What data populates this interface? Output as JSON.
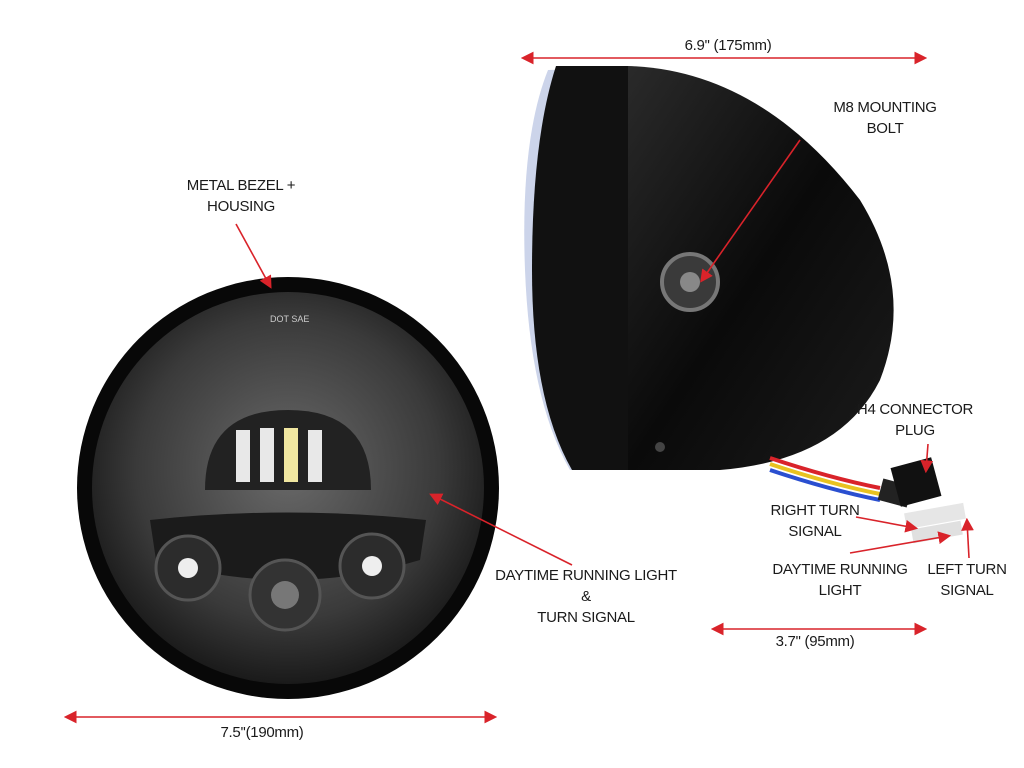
{
  "colors": {
    "arrow": "#d9232a",
    "housing": "#0d0d0d",
    "text": "#1a1a1a"
  },
  "logo": {
    "lens_marking": "DOT SAE"
  },
  "dimensions": {
    "side_length": "6.9'' (175mm)",
    "depth": "3.7'' (95mm)",
    "diameter": "7.5''(190mm)"
  },
  "callouts": {
    "metal_bezel": [
      "METAL BEZEL +",
      "HOUSING"
    ],
    "mounting_bolt": [
      "M8 MOUNTING",
      "BOLT"
    ],
    "h4_connector": [
      "H4 CONNECTOR",
      "PLUG"
    ],
    "right_turn": [
      "RIGHT TURN",
      "SIGNAL"
    ],
    "drl": [
      "DAYTIME RUNNING",
      "LIGHT"
    ],
    "left_turn": [
      "LEFT TURN",
      "SIGNAL"
    ],
    "drl_turn": [
      "DAYTIME RUNNING LIGHT",
      "&",
      "TURN SIGNAL"
    ]
  }
}
